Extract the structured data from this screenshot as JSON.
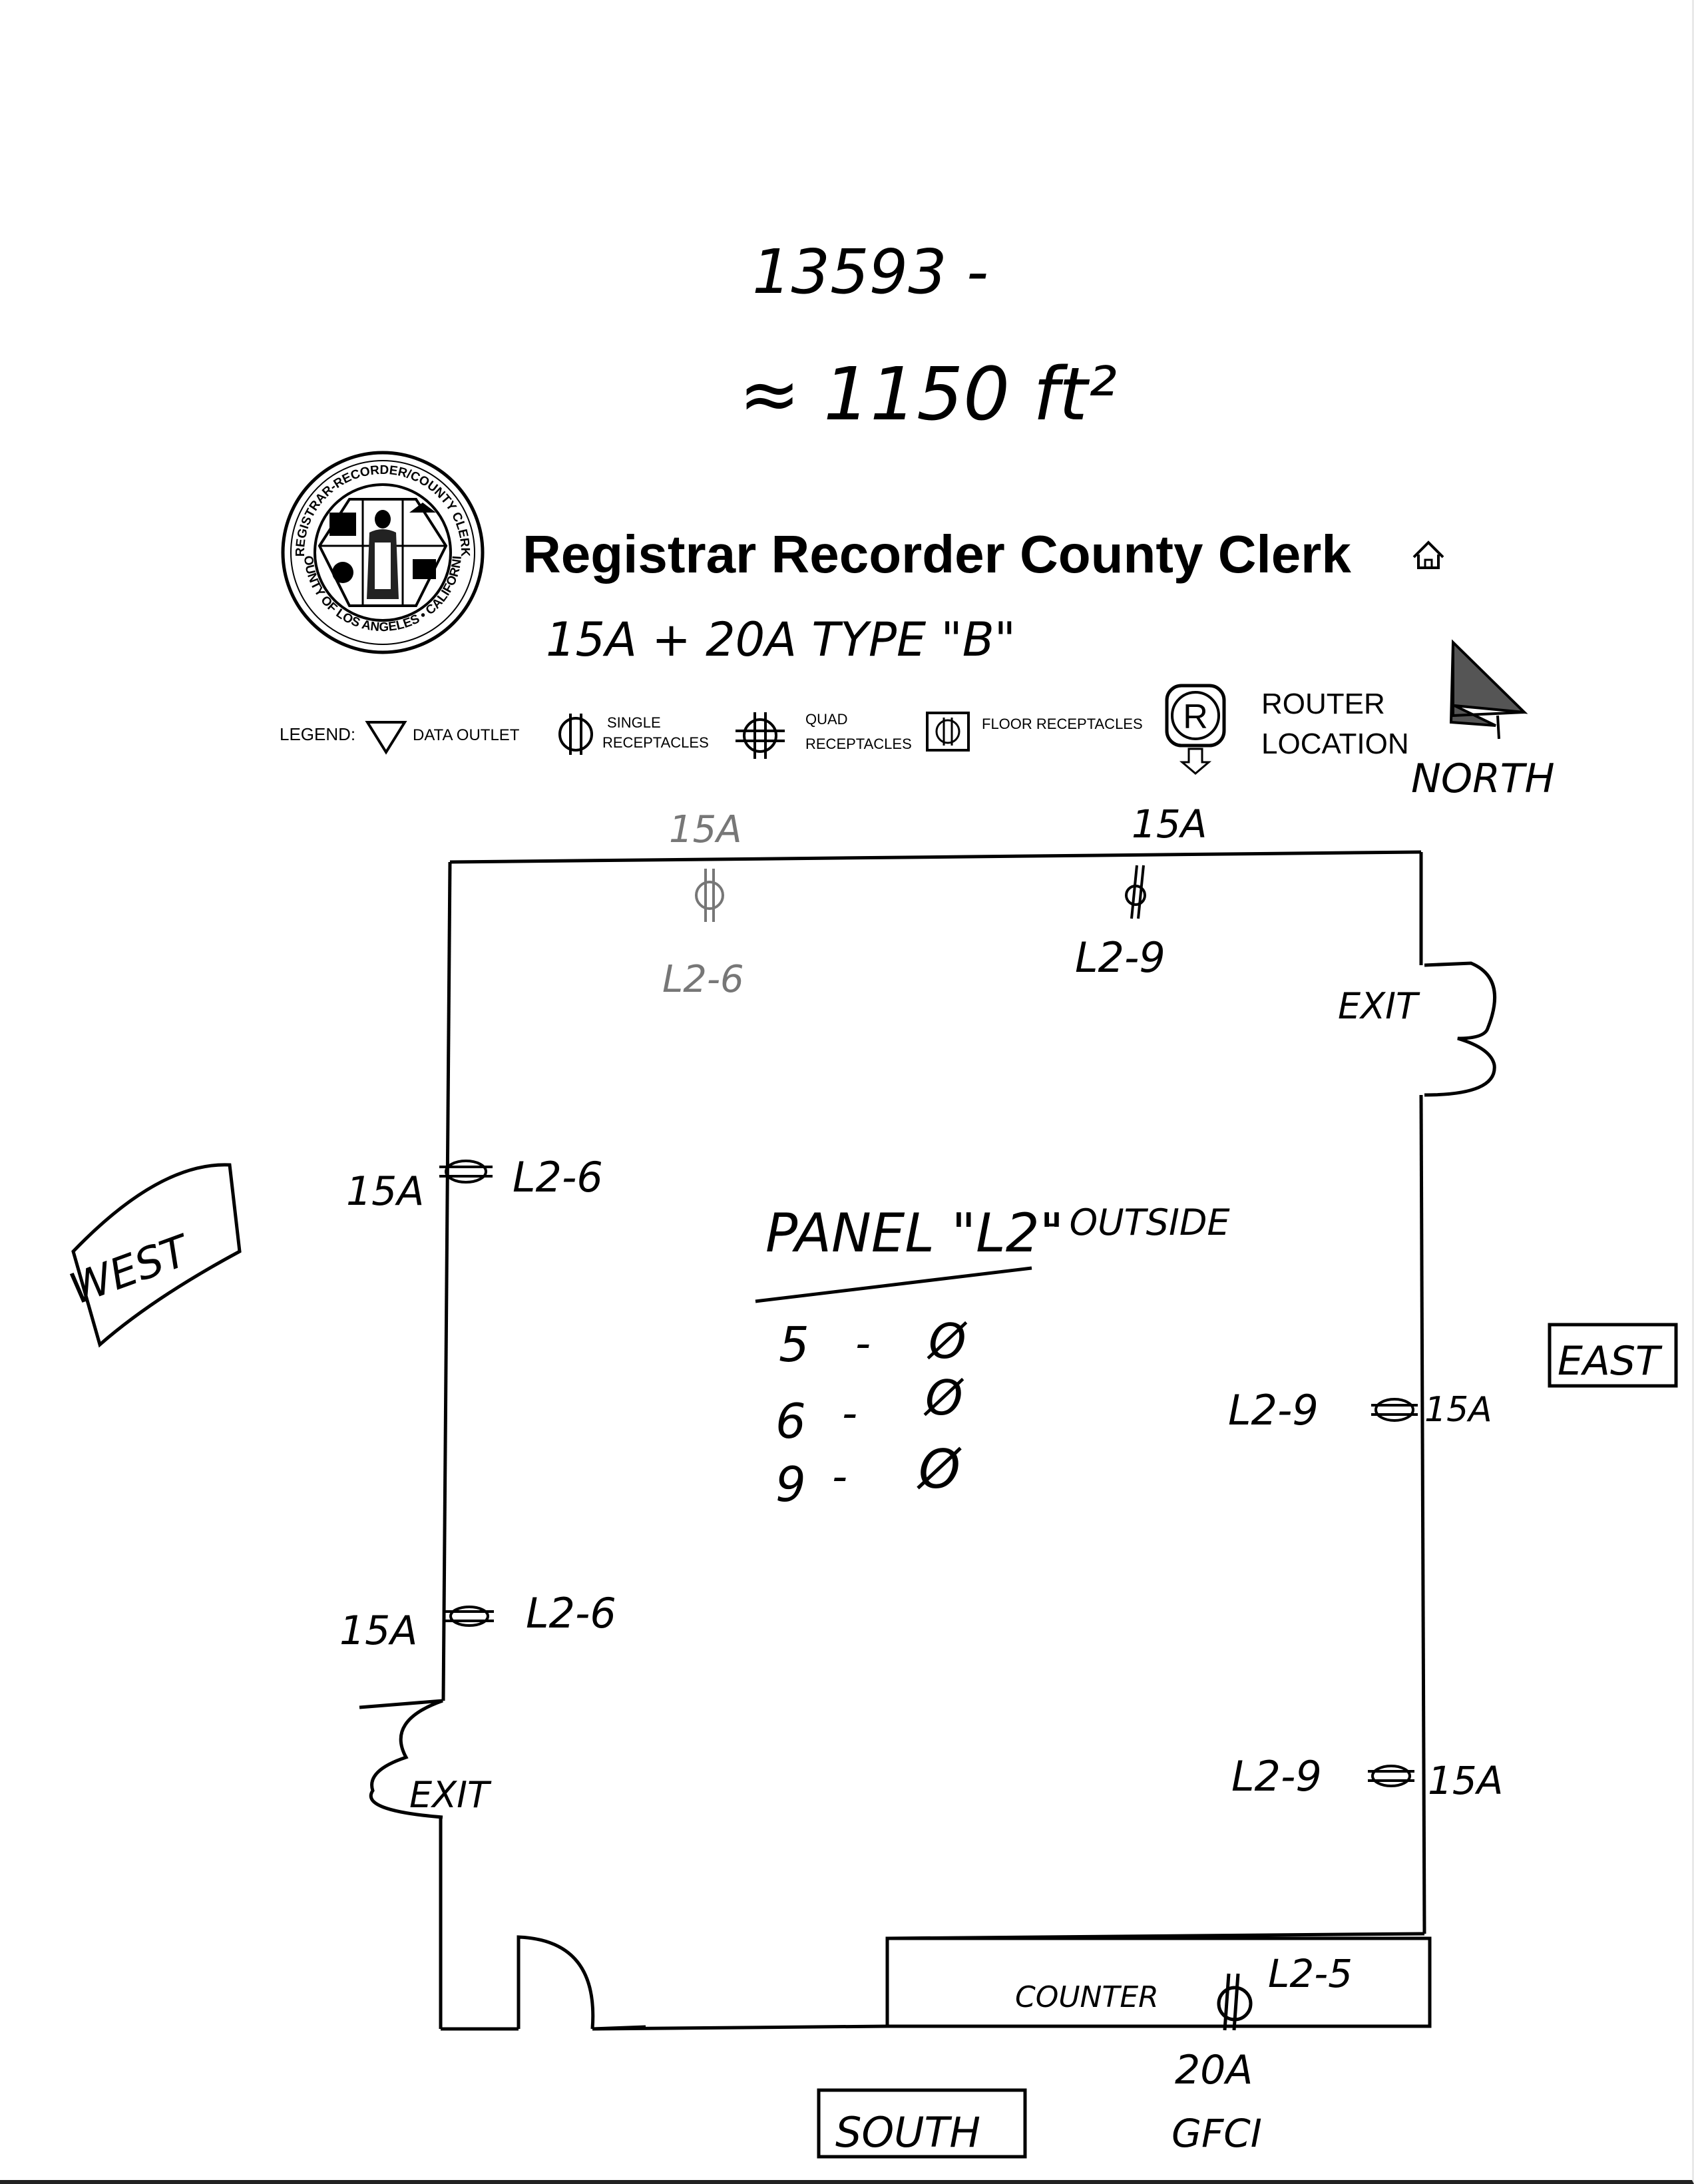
{
  "handwritten": {
    "job_number": "13593 -",
    "area": "≈ 1150 ft²",
    "breaker_types": "15A + 20A TYPE \"B\"",
    "north_label": "NORTH",
    "west_label": "WEST",
    "east_label": "EAST",
    "south_label": "SOUTH",
    "exit_east": "EXIT",
    "exit_west": "EXIT",
    "panel_title": "PANEL \"L2\"",
    "panel_location": "- OUTSIDE",
    "panel_rows": [
      {
        "circuit": "5",
        "dash": "-",
        "status": "Ø"
      },
      {
        "circuit": "6",
        "dash": "-",
        "status": "Ø"
      },
      {
        "circuit": "9",
        "dash": "-",
        "status": "Ø"
      }
    ],
    "north_outlet_1": {
      "amps": "15A",
      "circuit": "L2-6"
    },
    "north_outlet_2": {
      "amps": "15A",
      "circuit": "L2-9"
    },
    "west_outlet_1": {
      "amps": "15A",
      "circuit": "L2-6"
    },
    "west_outlet_2": {
      "amps": "15A",
      "circuit": "L2-6"
    },
    "east_outlet_1": {
      "amps": "15A",
      "circuit": "L2-9"
    },
    "east_outlet_2": {
      "amps": "15A",
      "circuit": "L2-9"
    },
    "counter_label": "COUNTER",
    "counter_outlet": {
      "circuit": "L2-5",
      "amps": "20A",
      "type": "GFCI"
    }
  },
  "header": {
    "title": "Registrar Recorder County Clerk",
    "home_icon": "home-icon",
    "seal_text_top": "REGISTRAR-RECORDER/COUNTY CLERK",
    "seal_text_bottom": "COUNTY OF LOS ANGELES • CALIFORNIA"
  },
  "legend": {
    "label": "LEGEND:",
    "items": [
      {
        "icon": "data-outlet-icon",
        "text": "DATA OUTLET"
      },
      {
        "icon": "single-receptacle-icon",
        "text_1": "SINGLE",
        "text_2": "RECEPTACLES"
      },
      {
        "icon": "quad-receptacle-icon",
        "text_1": "QUAD",
        "text_2": "RECEPTACLES"
      },
      {
        "icon": "floor-receptacle-icon",
        "text": "FLOOR RECEPTACLES"
      }
    ],
    "router": {
      "symbol": "R",
      "text_1": "ROUTER",
      "text_2": "LOCATION"
    }
  }
}
